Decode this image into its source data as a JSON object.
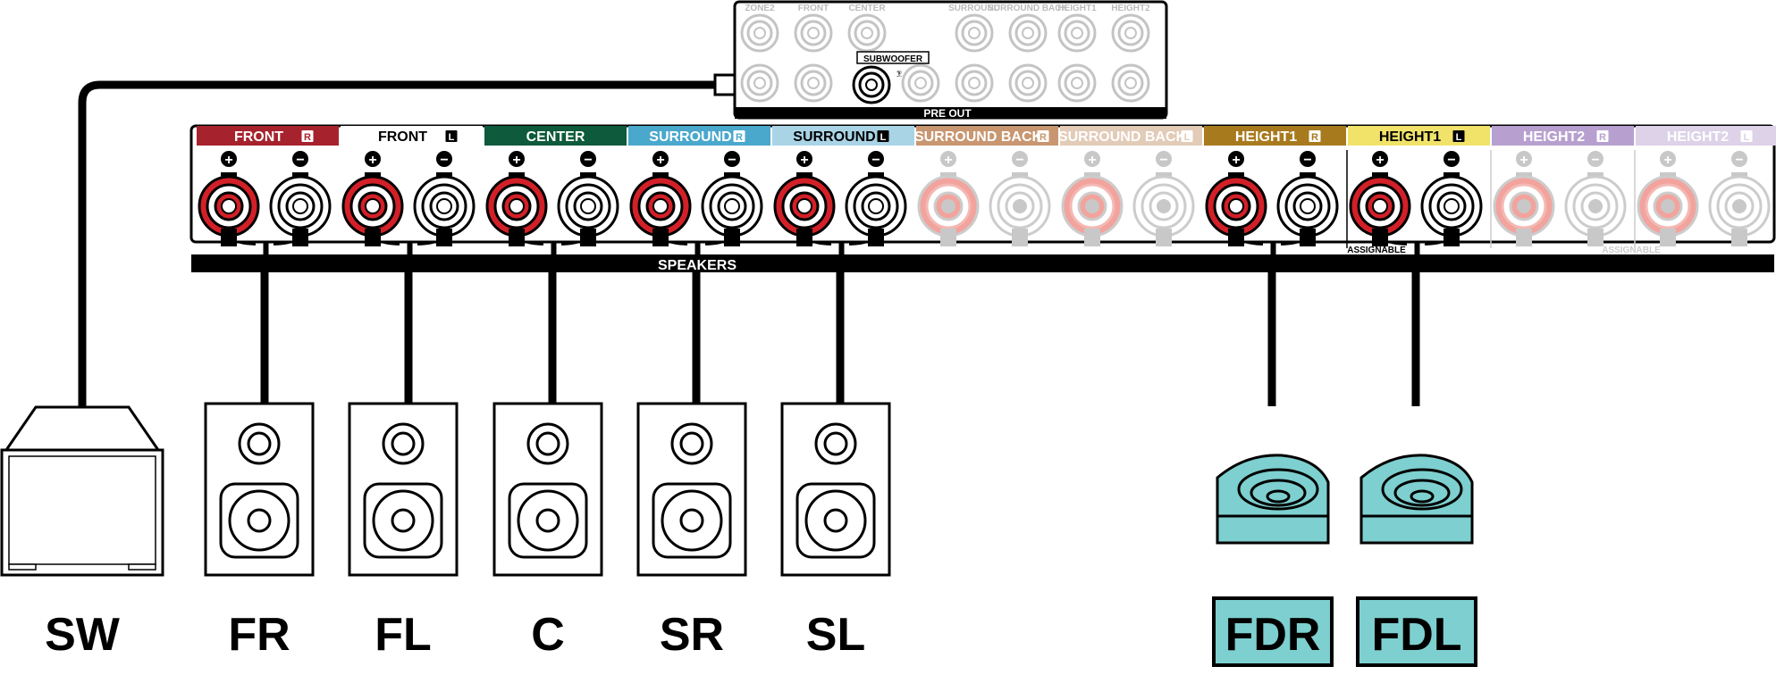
{
  "pre_out": {
    "title": "PRE OUT",
    "top_labels": [
      "ZONE2",
      "FRONT",
      "CENTER",
      "SURROUND",
      "SURROUND BACK",
      "HEIGHT1",
      "HEIGHT2"
    ],
    "subwoofer_label": "SUBWOOFER",
    "subwoofer_jacks": [
      "1",
      "2"
    ]
  },
  "speaker_panel": {
    "title": "SPEAKERS",
    "assignable_label": "ASSIGNABLE",
    "terminals": [
      {
        "label": "FRONT",
        "side": "R",
        "color": "#a6232e",
        "active": true
      },
      {
        "label": "FRONT",
        "side": "L",
        "color": "#ffffff",
        "active": true
      },
      {
        "label": "CENTER",
        "side": "",
        "color": "#0d5a3c",
        "active": true
      },
      {
        "label": "SURROUND",
        "side": "R",
        "color": "#4aa8cc",
        "active": true
      },
      {
        "label": "SURROUND",
        "side": "L",
        "color": "#a9d4e6",
        "active": true
      },
      {
        "label": "SURROUND BACK",
        "side": "R",
        "color": "#c89670",
        "active": false
      },
      {
        "label": "SURROUND BACK",
        "side": "L",
        "color": "#e2cbb7",
        "active": false
      },
      {
        "label": "HEIGHT1",
        "side": "R",
        "color": "#a87a1e",
        "active": true
      },
      {
        "label": "HEIGHT1",
        "side": "L",
        "color": "#f1e36a",
        "active": true
      },
      {
        "label": "HEIGHT2",
        "side": "R",
        "color": "#b7a0cf",
        "active": false
      },
      {
        "label": "HEIGHT2",
        "side": "L",
        "color": "#ddd2e8",
        "active": false
      }
    ]
  },
  "speakers": [
    {
      "label": "SW",
      "kind": "subwoofer"
    },
    {
      "label": "FR",
      "kind": "bookshelf"
    },
    {
      "label": "FL",
      "kind": "bookshelf"
    },
    {
      "label": "C",
      "kind": "bookshelf"
    },
    {
      "label": "SR",
      "kind": "bookshelf"
    },
    {
      "label": "SL",
      "kind": "bookshelf"
    },
    {
      "label": "FDR",
      "kind": "dolby-enabled"
    },
    {
      "label": "FDL",
      "kind": "dolby-enabled"
    }
  ],
  "colors": {
    "terminal_positive": "#d22028",
    "terminal_inactive_positive": "#f3a39d",
    "dolby_speaker": "#7ecfcf",
    "line": "#000000"
  }
}
